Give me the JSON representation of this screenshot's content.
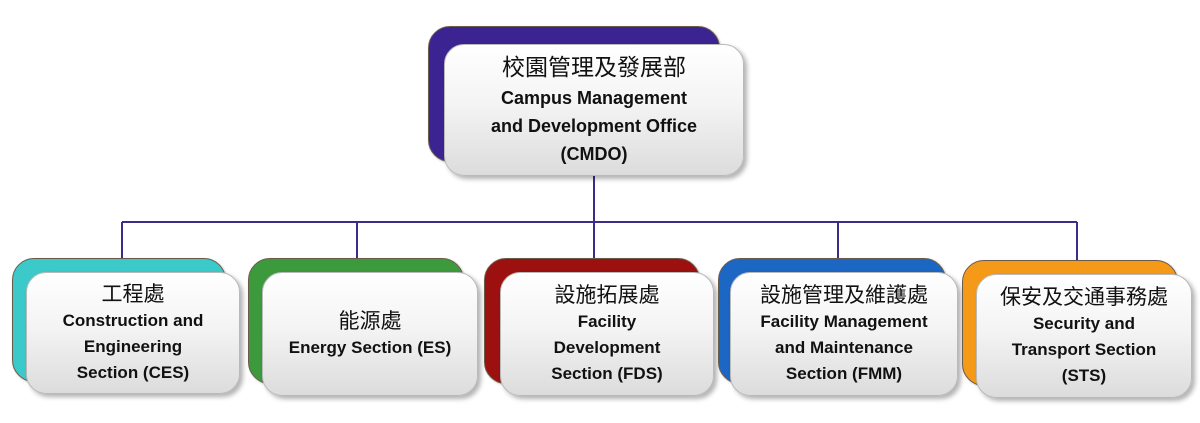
{
  "colors": {
    "connector": "#3f2b8a",
    "top_tab": "#3b2392",
    "ces_tab": "#3cc9c9",
    "es_tab": "#3c9a3c",
    "fds_tab": "#9c1010",
    "fmm_tab": "#1c66c4",
    "sts_tab": "#f59a18"
  },
  "units": {
    "top": {
      "zh": "校園管理及發展部",
      "en": "Campus Management\nand Development Office\n(CMDO)",
      "tab_color": "#3b2392"
    },
    "ces": {
      "zh": "工程處",
      "en": "Construction and\nEngineering\nSection (CES)",
      "tab_color": "#3cc9c9"
    },
    "es": {
      "zh": "能源處",
      "en": "Energy Section (ES)",
      "tab_color": "#3c9a3c"
    },
    "fds": {
      "zh": "設施拓展處",
      "en": "Facility\nDevelopment\nSection (FDS)",
      "tab_color": "#9c1010"
    },
    "fmm": {
      "zh": "設施管理及維護處",
      "en": "Facility Management\nand Maintenance\nSection (FMM)",
      "tab_color": "#1c66c4"
    },
    "sts": {
      "zh": "保安及交通事務處",
      "en": "Security and\nTransport Section\n(STS)",
      "tab_color": "#f59a18"
    }
  }
}
